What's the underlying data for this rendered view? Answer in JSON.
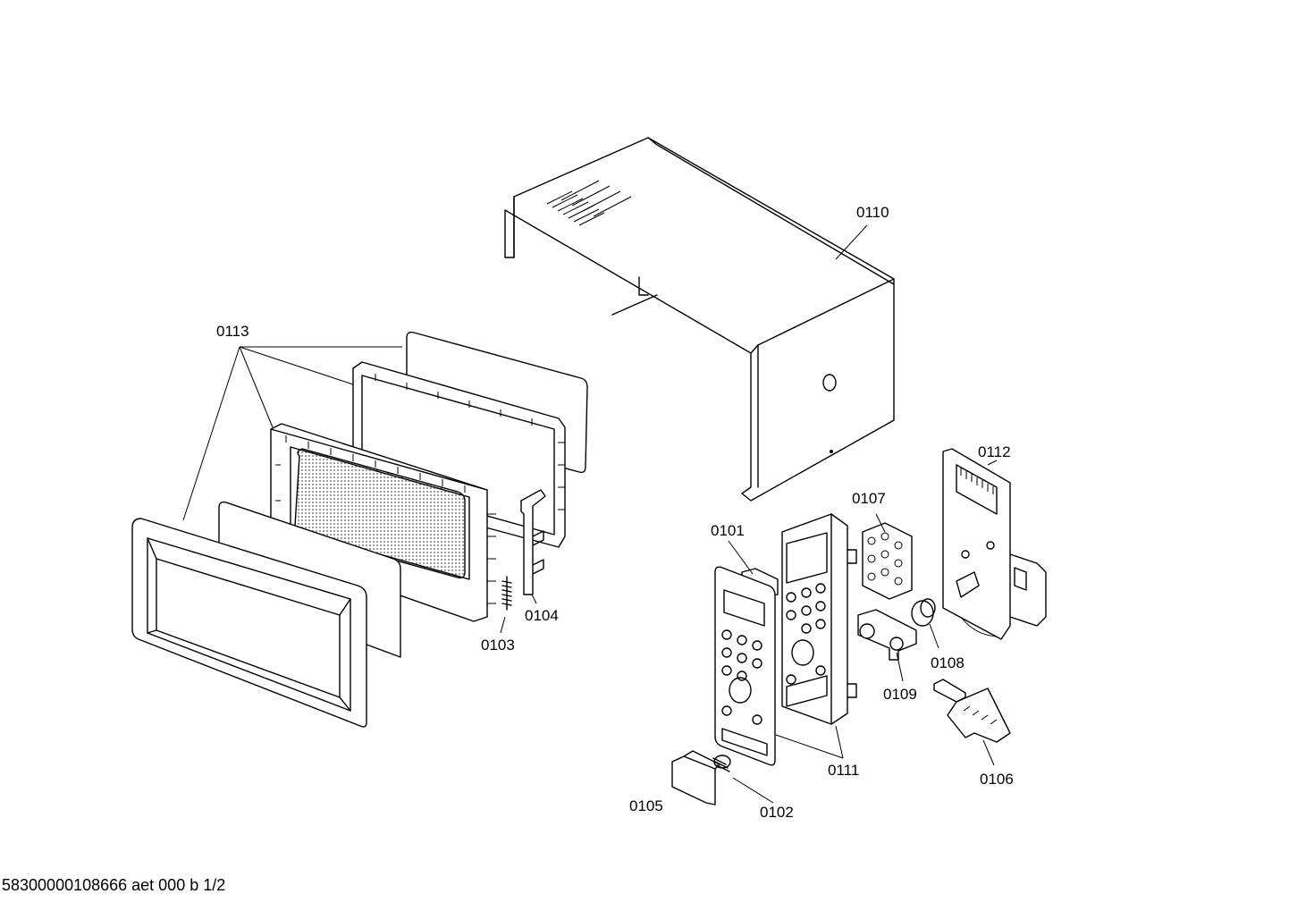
{
  "labels": {
    "p0110": "0110",
    "p0113": "0113",
    "p0112": "0112",
    "p0107": "0107",
    "p0101": "0101",
    "p0104": "0104",
    "p0103": "0103",
    "p0108": "0108",
    "p0109": "0109",
    "p0111": "0111",
    "p0106": "0106",
    "p0105": "0105",
    "p0102": "0102"
  },
  "footer": {
    "code": "58300000108666 aet 000 b 1/2"
  }
}
